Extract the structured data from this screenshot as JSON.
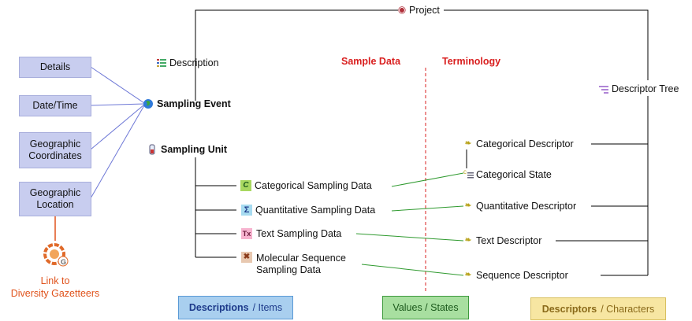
{
  "nodes": {
    "project": "Project",
    "description": "Description",
    "sampling_event": "Sampling Event",
    "sampling_unit": "Sampling Unit",
    "categorical_sampling_data": "Categorical Sampling Data",
    "quantitative_sampling_data": "Quantitative Sampling Data",
    "text_sampling_data": "Text Sampling Data",
    "molecular_line1": "Molecular Sequence",
    "molecular_line2": "Sampling Data",
    "descriptor_tree": "Descriptor Tree",
    "categorical_descriptor": "Categorical Descriptor",
    "categorical_state": "Categorical State",
    "quantitative_descriptor": "Quantitative Descriptor",
    "text_descriptor": "Text Descriptor",
    "sequence_descriptor": "Sequence Descriptor"
  },
  "boxes": {
    "details": "Details",
    "datetime": "Date/Time",
    "geo_coords_line1": "Geographic",
    "geo_coords_line2": "Coordinates",
    "geo_location_line1": "Geographic",
    "geo_location_line2": "Location"
  },
  "headers": {
    "sample_data": "Sample Data",
    "terminology": "Terminology"
  },
  "link": {
    "line1": "Link to",
    "line2": "Diversity  Gazetteers",
    "logo_letter": "G"
  },
  "legend": {
    "descriptions_bold": "Descriptions",
    "descriptions_rest": "/ Items",
    "values": "Values / States",
    "descriptors_bold": "Descriptors",
    "descriptors_rest": "/ Characters"
  },
  "colors": {
    "header_red": "#d91f1f",
    "box_fill": "#c8cdef",
    "connector_blue": "#6e78d6",
    "connector_green": "#2f9a2f",
    "link_orange": "#e0531c",
    "legend_blue": "#a9cfef",
    "legend_green": "#a8dfa0",
    "legend_yellow": "#f7e6a2"
  },
  "icons": {
    "project": "lock-icon",
    "description": "list-icon",
    "sampling_event": "globe-icon",
    "sampling_unit": "test-tube-icon",
    "categorical_sampling_data": "categorical-icon",
    "quantitative_sampling_data": "sigma-icon",
    "text_sampling_data": "text-icon",
    "molecular_sampling_data": "dna-icon",
    "descriptor_tree": "tree-icon",
    "descriptor": "key-icon",
    "gazetteer": "gazetteer-logo-icon"
  }
}
